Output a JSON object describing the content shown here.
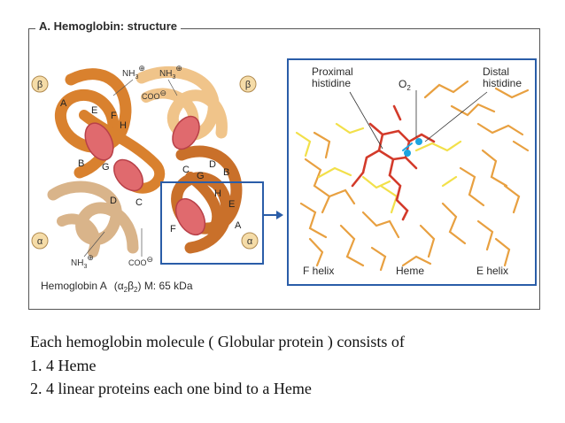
{
  "figure": {
    "title": "A. Hemoglobin: structure",
    "left_panel": {
      "chain_beta": "β",
      "chain_alpha": "α",
      "nh3_top_1": "NH",
      "nh3_top_2": "NH",
      "coo_top": "COO",
      "nh3_bottom": "NH",
      "coo_bottom": "COO",
      "helix_labels": [
        "A",
        "E",
        "F",
        "H",
        "B",
        "G",
        "C",
        "D",
        "G",
        "C",
        "D",
        "B",
        "H",
        "E",
        "A",
        "F"
      ],
      "caption_main": "Hemoglobin A",
      "caption_formula": "(α",
      "caption_mw": "M: 65 kDa"
    },
    "right_panel": {
      "proximal_line1": "Proximal",
      "proximal_line2": "histidine",
      "o2_label": "O",
      "distal_line1": "Distal",
      "distal_line2": "histidine",
      "f_helix": "F helix",
      "heme": "Heme",
      "e_helix": "E helix"
    },
    "colors": {
      "orange_chain": "#d9812e",
      "light_chain": "#f0c48a",
      "tan_chain": "#d9b48a",
      "heme_disc": "#e06a6e",
      "zoom_box": "#2a5da8",
      "sidechain_orange": "#e8a040",
      "sidechain_yellow": "#f2e04a",
      "heme_red": "#d33a2a",
      "o2_blue": "#1ba4e0"
    }
  },
  "text": {
    "line1": "Each hemoglobin molecule ( Globular protein )  consists of",
    "line2": "1. 4 Heme",
    "line3": "2. 4 linear proteins each one bind to a Heme"
  }
}
